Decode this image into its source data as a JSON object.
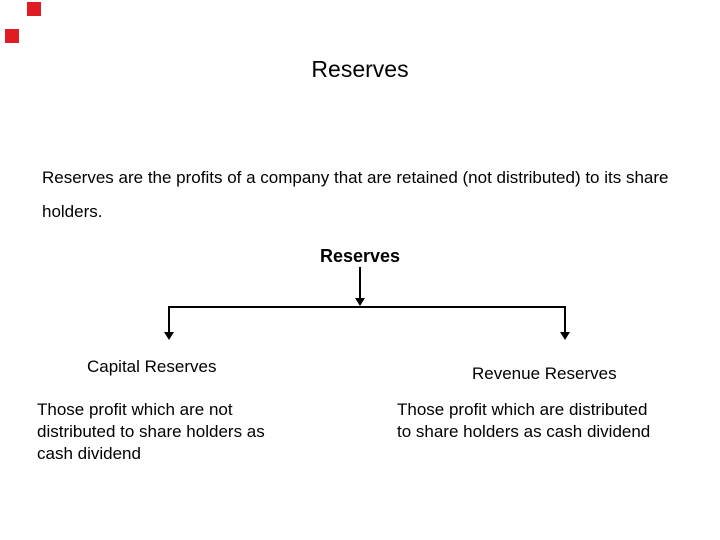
{
  "page": {
    "background_color": "#ffffff",
    "text_color": "#000000",
    "decoration_red": "#e01b24"
  },
  "decorations": {
    "squares": [
      {
        "icon": "red-square-icon"
      },
      {
        "icon": "red-square-icon"
      }
    ]
  },
  "title": "Reserves",
  "body": {
    "lines": [
      "Reserves are the profits of a company that are retained (not distributed) to its share",
      "holders."
    ]
  },
  "diagram": {
    "root_label": "Reserves",
    "branches": [
      {
        "label": "Capital Reserves",
        "description_lines": [
          "Those profit which are not",
          "distributed to share holders as",
          "cash dividend"
        ]
      },
      {
        "label": "Revenue Reserves",
        "description_lines": [
          "Those profit which are distributed",
          "to share holders as cash dividend"
        ]
      }
    ]
  }
}
